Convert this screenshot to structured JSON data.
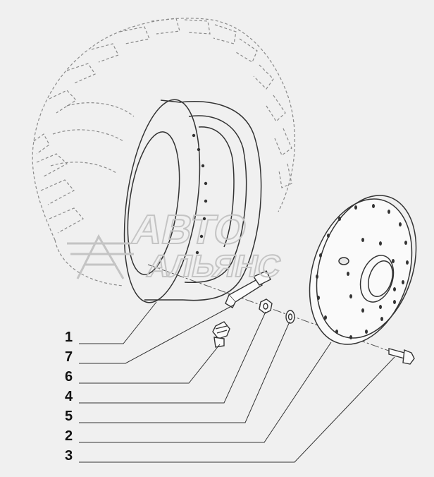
{
  "watermark": {
    "line1": "АВТО",
    "line2": "АЛЬЯНС"
  },
  "callouts": [
    {
      "label": "1",
      "part": "rim"
    },
    {
      "label": "7",
      "part": "bracket"
    },
    {
      "label": "6",
      "part": "valve"
    },
    {
      "label": "4",
      "part": "nut"
    },
    {
      "label": "5",
      "part": "washer"
    },
    {
      "label": "2",
      "part": "disc"
    },
    {
      "label": "3",
      "part": "bolt"
    }
  ],
  "colors": {
    "background": "#f0f0f0",
    "line": "#333333",
    "phantom": "#8a8a8a",
    "watermark": "#c4c4c4"
  }
}
